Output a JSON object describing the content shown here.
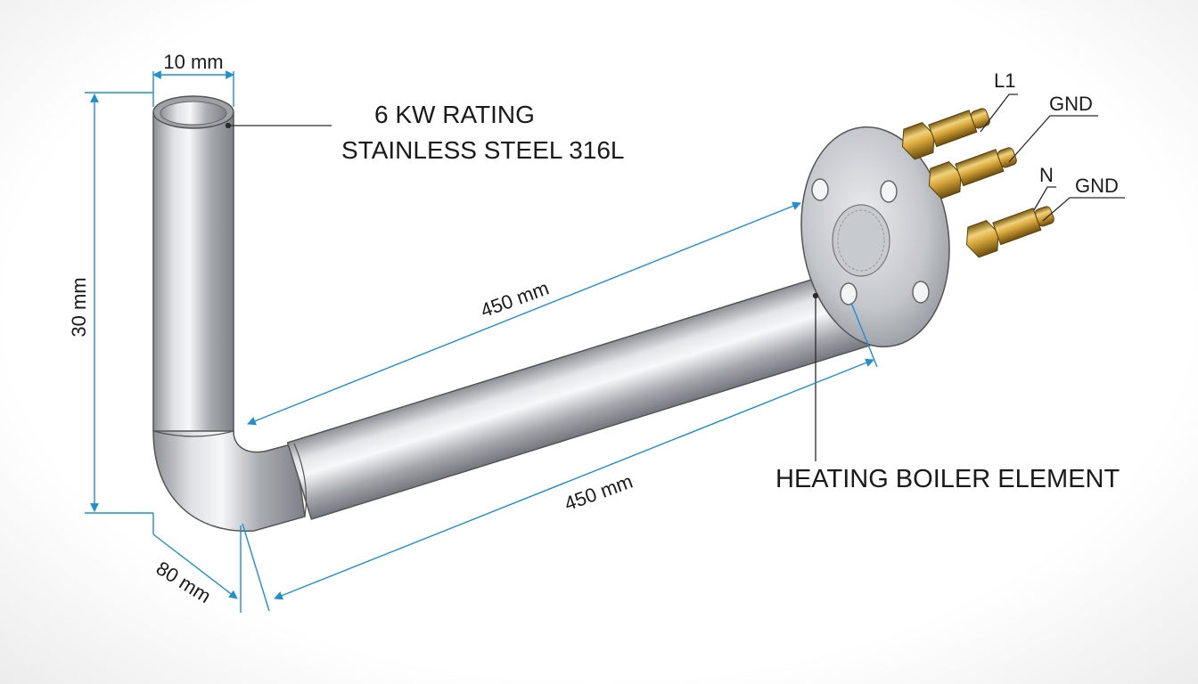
{
  "dimensions": {
    "tube_diameter": "10 mm",
    "vertical_height": "30 mm",
    "horizontal_length_upper": "450 mm",
    "horizontal_length_lower": "450 mm",
    "bend_depth": "80 mm"
  },
  "annotations": {
    "rating": "6 KW RATING",
    "material": "STAINLESS STEEL 316L",
    "element_name": "HEATING BOILER ELEMENT"
  },
  "terminals": {
    "t1": "L1",
    "t2": "GND",
    "t3": "N",
    "t4": "GND"
  },
  "colors": {
    "dimension_line": "#1e8fd0",
    "leader_line": "#2a2a2a",
    "steel": "#b9bcc0",
    "brass": "#c89a2e"
  }
}
